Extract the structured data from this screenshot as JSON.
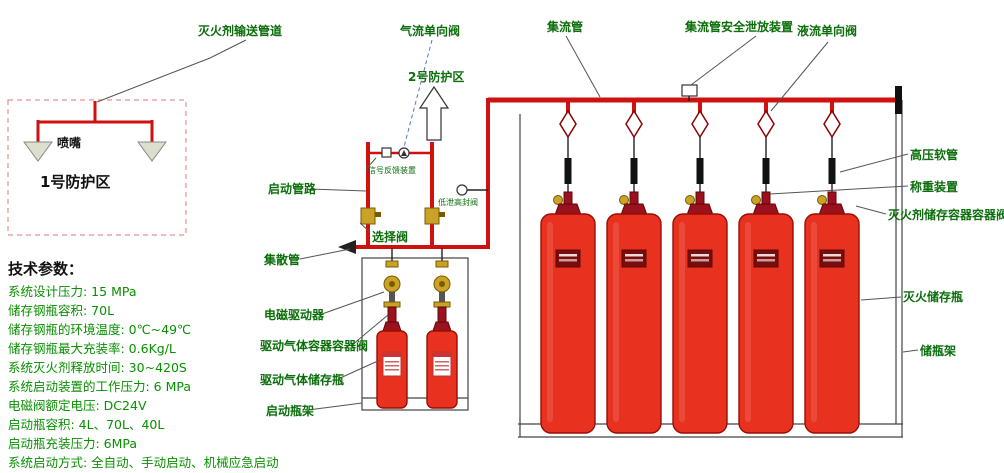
{
  "labels": {
    "delivery_pipe": "灭火剂输送管道",
    "gas_check_valve": "气流单向阀",
    "manifold": "集流管",
    "manifold_relief": "集流管安全泄放装置",
    "liquid_check_valve": "液流单向阀",
    "zone2": "2号防护区",
    "nozzle": "喷嘴",
    "zone1": "1号防护区",
    "start_pipeline": "启动管路",
    "signal_feedback": "信号反馈装置",
    "low_leak_high_seal_valve": "低泄高封阀",
    "selector_valve": "选择阀",
    "collector_pipe": "集散管",
    "solenoid_driver": "电磁驱动器",
    "drive_gas_container_valve": "驱动气体容器容器阀",
    "drive_gas_bottle": "驱动气体储存瓶",
    "start_bottle_rack": "启动瓶架",
    "high_pressure_hose": "高压软管",
    "weighing_device": "称重装置",
    "agent_container_valve": "灭火剂储存容器容器阀",
    "agent_storage_bottle": "灭火储存瓶",
    "bottle_rack": "储瓶架"
  },
  "tech_params": {
    "heading": "技术参数：",
    "items": [
      "系统设计压力: 15 MPa",
      "储存钢瓶容积: 70L",
      "储存钢瓶的环境温度: 0℃~49℃",
      "储存钢瓶最大充装率: 0.6Kg/L",
      "系统灭火剂释放时间: 30~420S",
      "系统启动装置的工作压力: 6 MPa",
      "电磁阀额定电压: DC24V",
      "启动瓶容积: 4L、70L、40L",
      "启动瓶充装压力: 6MPa",
      "系统启动方式: 全自动、手动启动、机械应急启动"
    ]
  },
  "counts": {
    "agent_storage_cylinders": 5,
    "drive_gas_cylinders": 2,
    "nozzles": 2,
    "protection_zones": 2
  },
  "colors": {
    "pipe_red": "#cf1110",
    "cylinder_red": "#e8321f",
    "label_green": "#0b6e0b",
    "param_green": "#089000",
    "leader_blue": "#5577cc",
    "brass": "#c9a227"
  }
}
